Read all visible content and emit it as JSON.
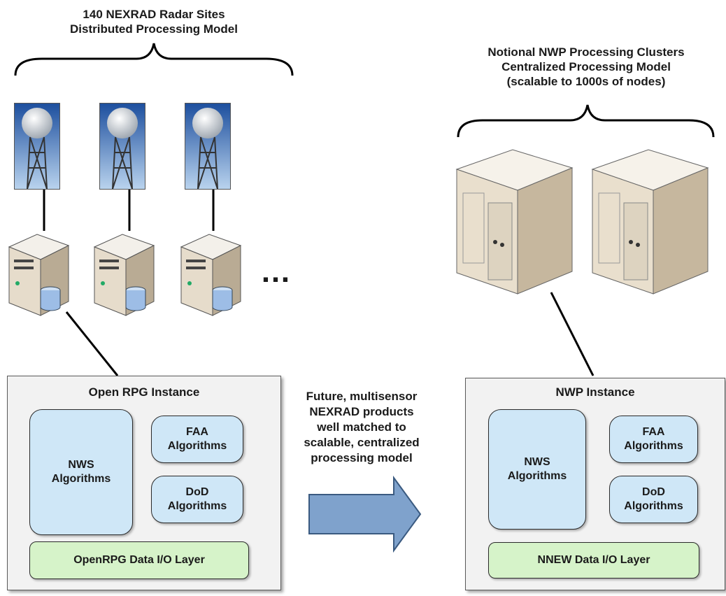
{
  "left_title": [
    "140 NEXRAD Radar Sites",
    "Distributed Processing Model"
  ],
  "right_title": [
    "Notional NWP Processing Clusters",
    "Centralized Processing Model",
    "(scalable to 1000s of nodes)"
  ],
  "ellipsis": "…",
  "center_caption": [
    "Future, multisensor",
    "NEXRAD products",
    "well matched to",
    "scalable, centralized",
    "processing model"
  ],
  "left_instance": {
    "title": "Open RPG Instance",
    "nws": [
      "NWS",
      "Algorithms"
    ],
    "faa": [
      "FAA",
      "Algorithms"
    ],
    "dod": [
      "DoD",
      "Algorithms"
    ],
    "io_layer": "OpenRPG Data I/O Layer"
  },
  "right_instance": {
    "title": "NWP Instance",
    "nws": [
      "NWS",
      "Algorithms"
    ],
    "faa": [
      "FAA",
      "Algorithms"
    ],
    "dod": [
      "DoD",
      "Algorithms"
    ],
    "io_layer": "NNEW Data I/O Layer"
  },
  "colors": {
    "algorithm_fill": "#cfe7f7",
    "io_fill": "#d6f3c9",
    "instance_fill": "#f2f2f2",
    "arrow_fill": "#7fa2cc",
    "server_body": "#e6dccb"
  },
  "icons": [
    "radar-tower-photo",
    "server-icon",
    "database-cylinder-icon",
    "cluster-server-icon",
    "right-arrow-icon",
    "curly-brace-icon"
  ]
}
